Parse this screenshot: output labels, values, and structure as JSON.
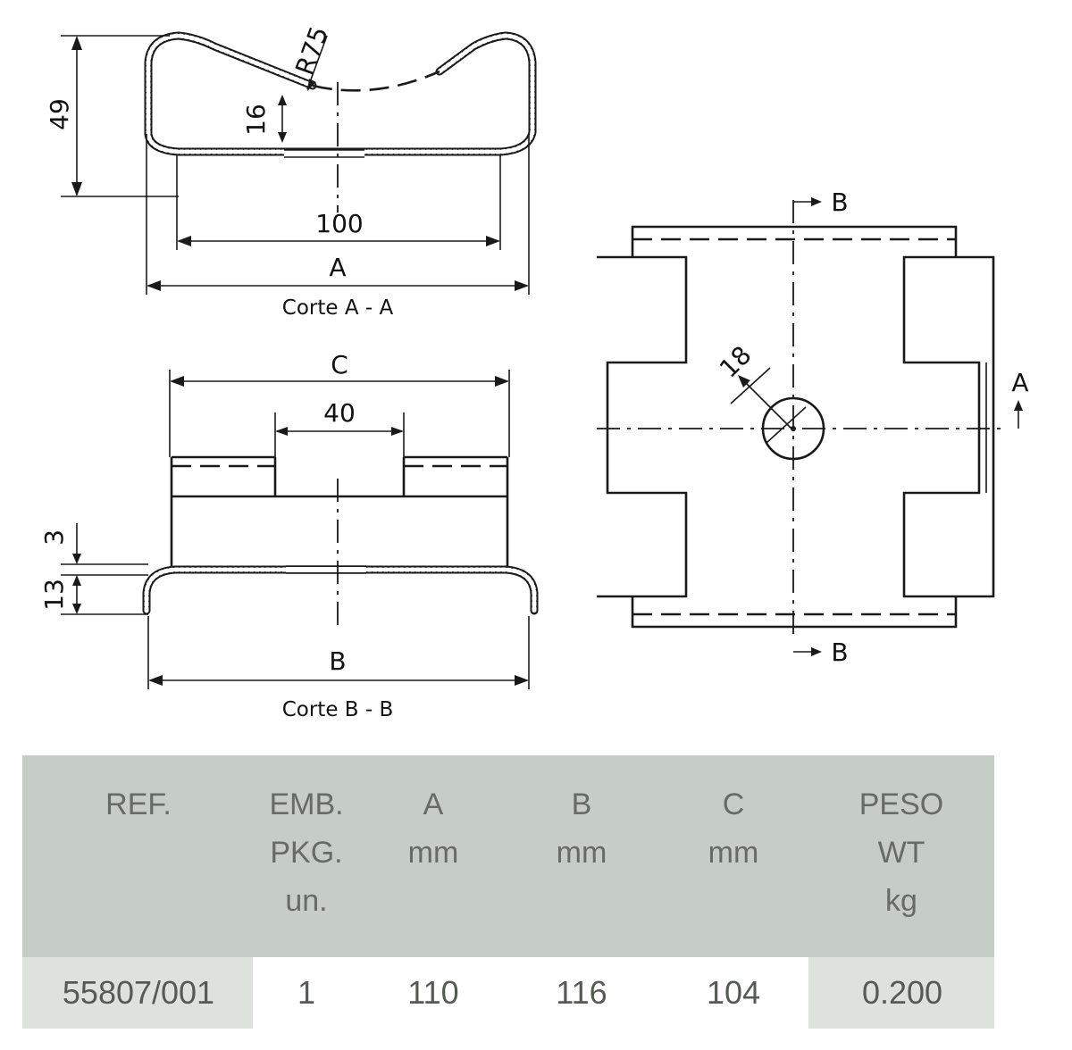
{
  "drawing": {
    "section_aa": {
      "caption": "Corte A - A",
      "dim_height": "49",
      "dim_depth": "16",
      "dim_radius": "R75",
      "dim_base": "100",
      "dim_overall": "A"
    },
    "section_bb": {
      "caption": "Corte B - B",
      "dim_top": "C",
      "dim_gap": "40",
      "dim_thickness": "3",
      "dim_flange": "13",
      "dim_overall": "B"
    },
    "plan_view": {
      "cut_b_top": "B",
      "cut_b_bottom": "B",
      "cut_a": "A",
      "dim_hole": "18"
    }
  },
  "table": {
    "headers": [
      [
        "REF."
      ],
      [
        "EMB.",
        "PKG.",
        "un."
      ],
      [
        "A",
        "mm"
      ],
      [
        "B",
        "mm"
      ],
      [
        "C",
        "mm"
      ],
      [
        "PESO",
        "WT",
        "kg"
      ]
    ],
    "rows": [
      [
        "55807/001",
        "1",
        "110",
        "116",
        "104",
        "0.200"
      ]
    ]
  }
}
